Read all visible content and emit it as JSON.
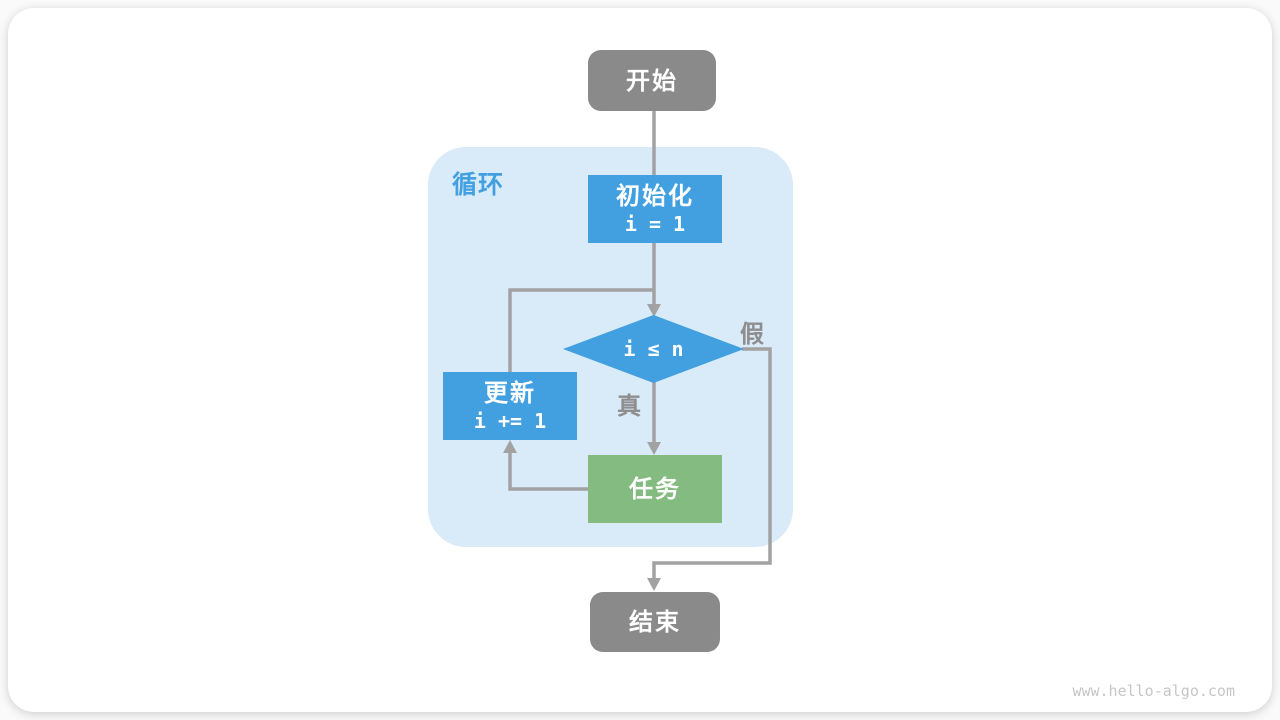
{
  "diagram": {
    "loop_container_label": "循环",
    "nodes": {
      "start": {
        "label": "开始"
      },
      "init": {
        "title": "初始化",
        "code": "i = 1"
      },
      "condition": {
        "code": "i ≤ n"
      },
      "update": {
        "title": "更新",
        "code": "i += 1"
      },
      "task": {
        "label": "任务"
      },
      "end": {
        "label": "结束"
      }
    },
    "edge_labels": {
      "true_branch": "真",
      "false_branch": "假"
    },
    "colors": {
      "process_blue": "#42a0e0",
      "task_green": "#84bb81",
      "terminal_gray": "#8a8a8a",
      "loop_container_blue": "#d9eaf8",
      "connector_gray": "#a2a2a2",
      "edge_label_gray": "#8e8e8e",
      "loop_label_blue": "#42a0e0"
    }
  },
  "watermark": "www.hello-algo.com"
}
